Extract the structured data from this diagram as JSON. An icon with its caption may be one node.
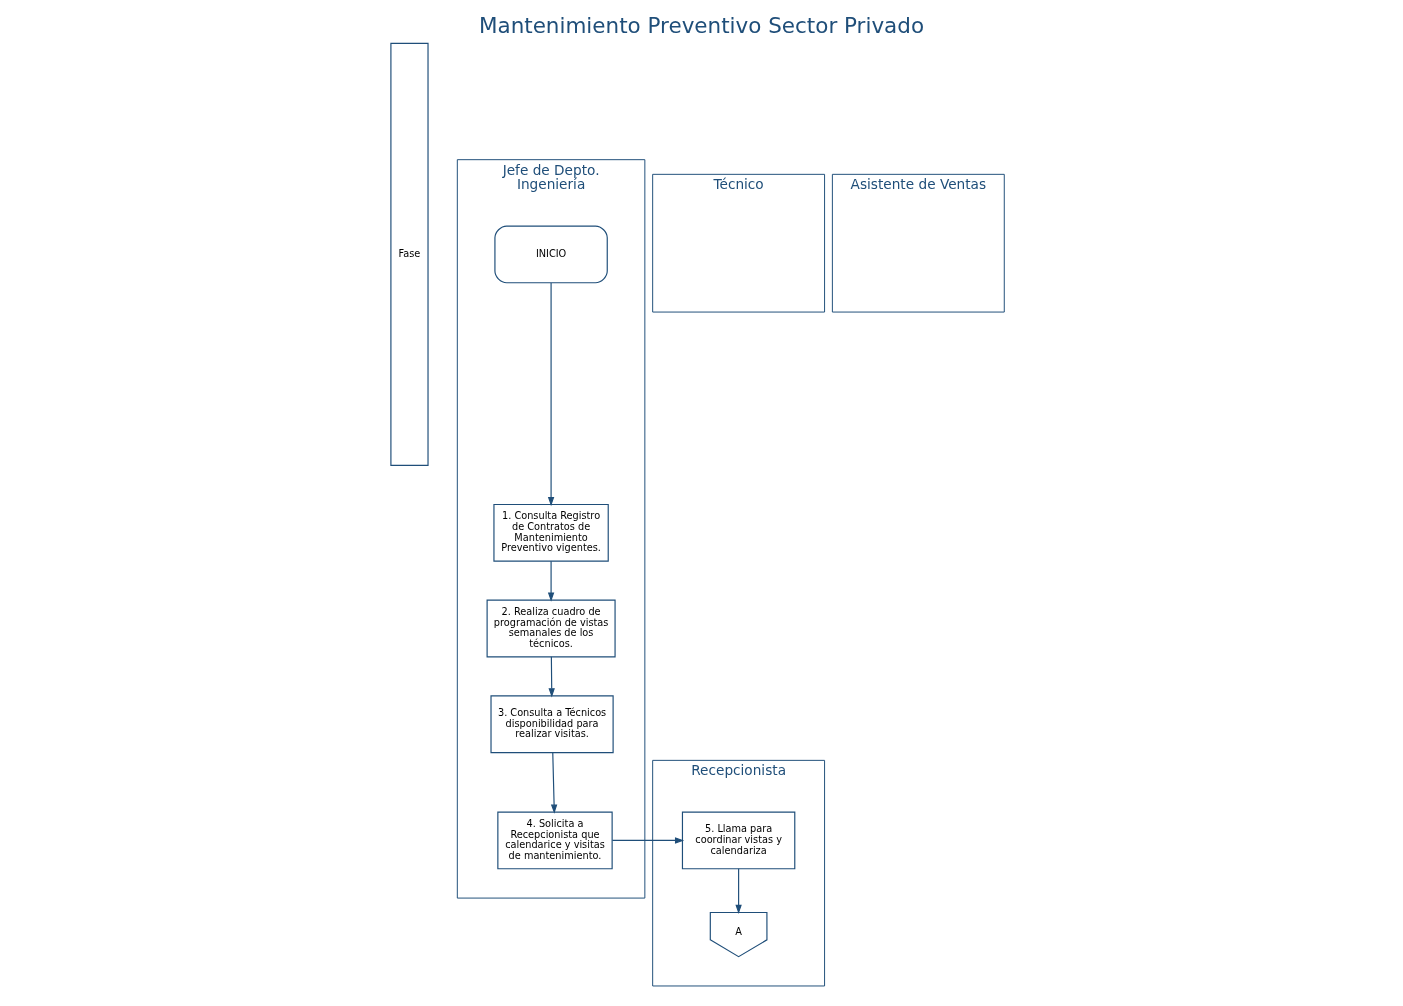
{
  "diagram": {
    "title": "Mantenimiento Preventivo Sector Privado",
    "nodes": [
      {
        "text": [
          "Fase"
        ]
      },
      {
        "text": [
          "Jefe de Depto. Ingeniería"
        ]
      },
      {
        "text": [
          "INICIO"
        ],
        "in": 1
      },
      {
        "text": [
          "1. Consulta Registro de Contratos de Mantenimiento Preventivo vigentes."
        ],
        "in": 1
      },
      {
        "text": [
          "2. Realiza cuadro de programación de vistas semanales de los técnicos."
        ],
        "in": 1
      },
      {
        "text": [
          "3. Consulta a Técnicos disponibilidad para realizar visitas."
        ],
        "in": 1
      },
      {
        "text": [
          "4. Solicita a Recepcionista que calendarice y visitas de mantenimiento."
        ],
        "in": 1
      },
      {
        "text": [
          "Recepcionista"
        ]
      },
      {
        "text": [
          "5. Llama para coordinar vistas y calendariza"
        ],
        "in": 7
      },
      {
        "text": [
          "A"
        ],
        "in": 7
      },
      {
        "text": [
          "Técnico"
        ]
      },
      {
        "text": [
          "Asistente de Ventas"
        ]
      }
    ],
    "edges": [
      {
        "from": 2,
        "to": 3,
        "arrow": "to"
      },
      {
        "from": 3,
        "to": 4,
        "arrow": "to"
      },
      {
        "from": 4,
        "to": 5,
        "arrow": "to"
      },
      {
        "from": 5,
        "to": 6,
        "arrow": "to"
      },
      {
        "from": 6,
        "to": 8,
        "arrow": "to"
      },
      {
        "from": 8,
        "to": 9,
        "arrow": "to"
      }
    ]
  }
}
